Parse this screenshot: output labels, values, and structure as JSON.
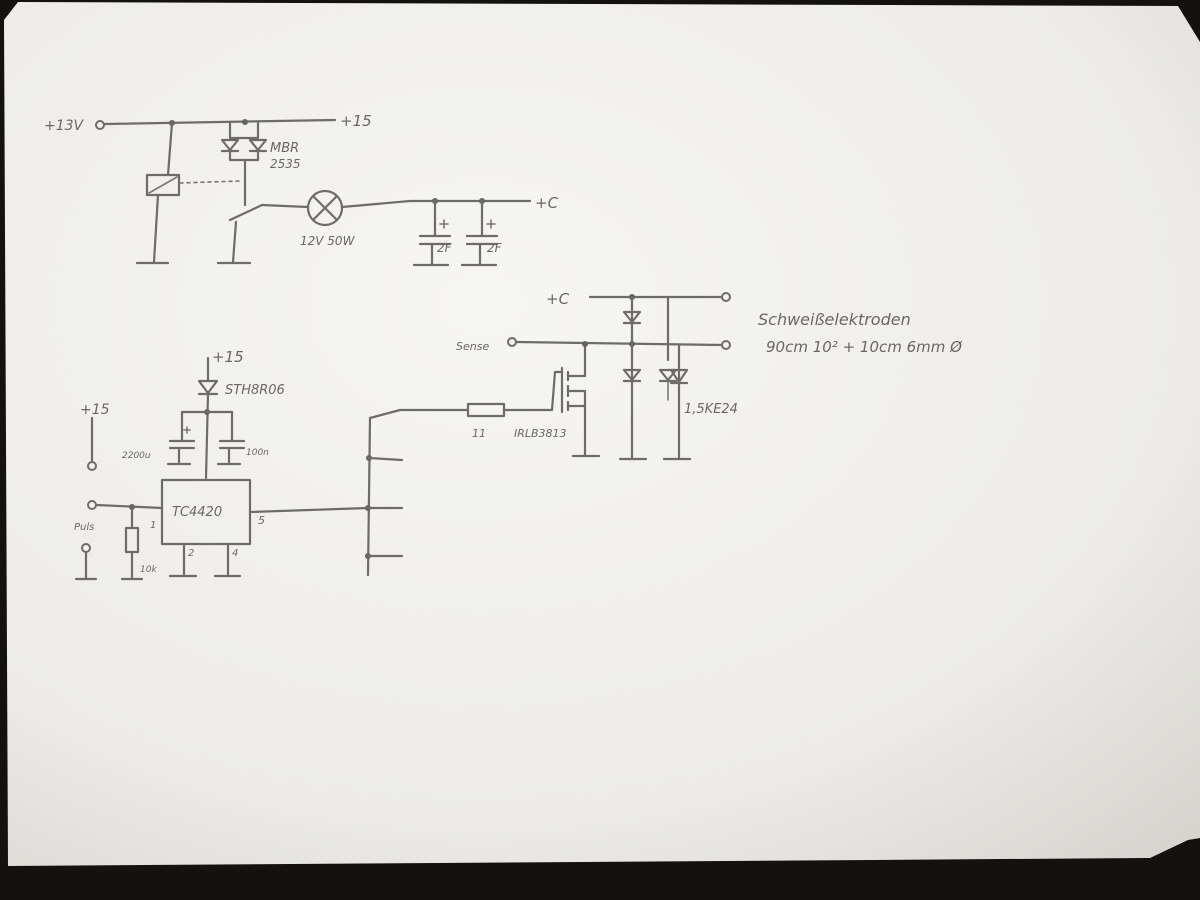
{
  "colors": {
    "paper": "#f3f3f0",
    "ink": "#6e6c66",
    "background": "#14120f"
  },
  "labels": {
    "top": {
      "supply_in": "+13V",
      "rail_out": "+15",
      "diode_part": "MBR",
      "diode_part_num": "2535",
      "lamp": "12V 50W",
      "cap1": "2F",
      "cap2": "2F",
      "out_c": "+C"
    },
    "driver": {
      "vcc": "+15",
      "diode_part": "STH8R06",
      "cap_big": "2200u",
      "cap_small": "100n",
      "ic": "TC4420",
      "pin1": "1",
      "pin2": "2",
      "pin4": "4",
      "pin5": "5",
      "pulse_vcc": "+15",
      "pulse_in": "Puls",
      "resistor": "10k"
    },
    "output": {
      "plus_c": "+C",
      "sense": "Sense",
      "gate_res": "11",
      "mosfet": "IRLB3813",
      "tvs": "1,5KE24",
      "note_line1": "Schweißelektroden",
      "note_line2": "90cm 10² + 10cm 6mm Ø"
    }
  }
}
